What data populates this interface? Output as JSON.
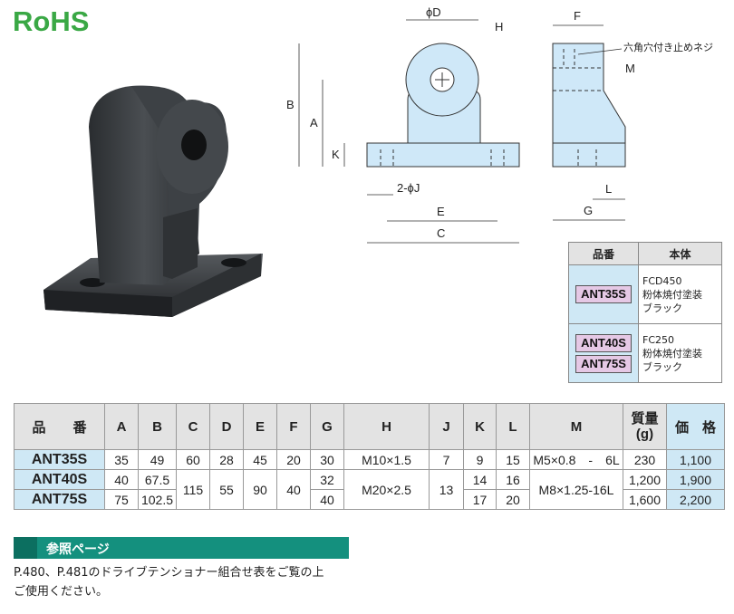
{
  "logo": {
    "text": "RoHS"
  },
  "drawing": {
    "front": {
      "phiD": "ϕD",
      "H": "H",
      "B": "B",
      "A": "A",
      "K": "K",
      "J": "2-ϕJ",
      "E": "E",
      "C": "C"
    },
    "side": {
      "F": "F",
      "screw_note": "六角穴付き止めネジ",
      "M": "M",
      "L": "L",
      "G": "G"
    }
  },
  "material_table": {
    "headers": [
      "品番",
      "本体"
    ],
    "rows": [
      {
        "parts": [
          "ANT35S"
        ],
        "lines": [
          "FCD450",
          "粉体焼付塗装",
          "ブラック"
        ]
      },
      {
        "parts": [
          "ANT40S",
          "ANT75S"
        ],
        "lines": [
          "FC250",
          "粉体焼付塗装",
          "ブラック"
        ]
      }
    ]
  },
  "spec_table": {
    "headers": {
      "part": "品　　番",
      "A": "A",
      "B": "B",
      "C": "C",
      "D": "D",
      "E": "E",
      "F": "F",
      "G": "G",
      "H": "H",
      "J": "J",
      "K": "K",
      "L": "L",
      "M": "M",
      "mass1": "質量",
      "mass2": "(g)",
      "price": "価　格"
    },
    "rows": [
      {
        "part": "ANT35S",
        "A": "35",
        "B": "49",
        "C": "60",
        "D": "28",
        "E": "45",
        "F": "20",
        "G": "30",
        "H": "M10×1.5",
        "J": "7",
        "K": "9",
        "L": "15",
        "M": "M5×0.8　-　6L",
        "mass": "230",
        "price": "1,100"
      },
      {
        "part": "ANT40S",
        "A": "40",
        "B": "67.5",
        "C": "115",
        "D": "55",
        "E": "90",
        "F": "40",
        "G": "32",
        "H": "M20×2.5",
        "J": "13",
        "K": "14",
        "L": "16",
        "M": "M8×1.25-16L",
        "mass": "1,200",
        "price": "1,900"
      },
      {
        "part": "ANT75S",
        "A": "75",
        "B": "102.5",
        "G": "40",
        "K": "17",
        "L": "20",
        "mass": "1,600",
        "price": "2,200"
      }
    ]
  },
  "reference": {
    "title": "参照ページ",
    "line1": "P.480、P.481のドライブテンショナー組合せ表をご覧の上",
    "line2": "ご使用ください。"
  },
  "colors": {
    "rohs_green": "#3aa845",
    "part_blue": "#cfe8f5",
    "badge_pink": "#e5c8e5",
    "ref_teal": "#14907e",
    "drawing_fill": "#cfe8f8"
  }
}
